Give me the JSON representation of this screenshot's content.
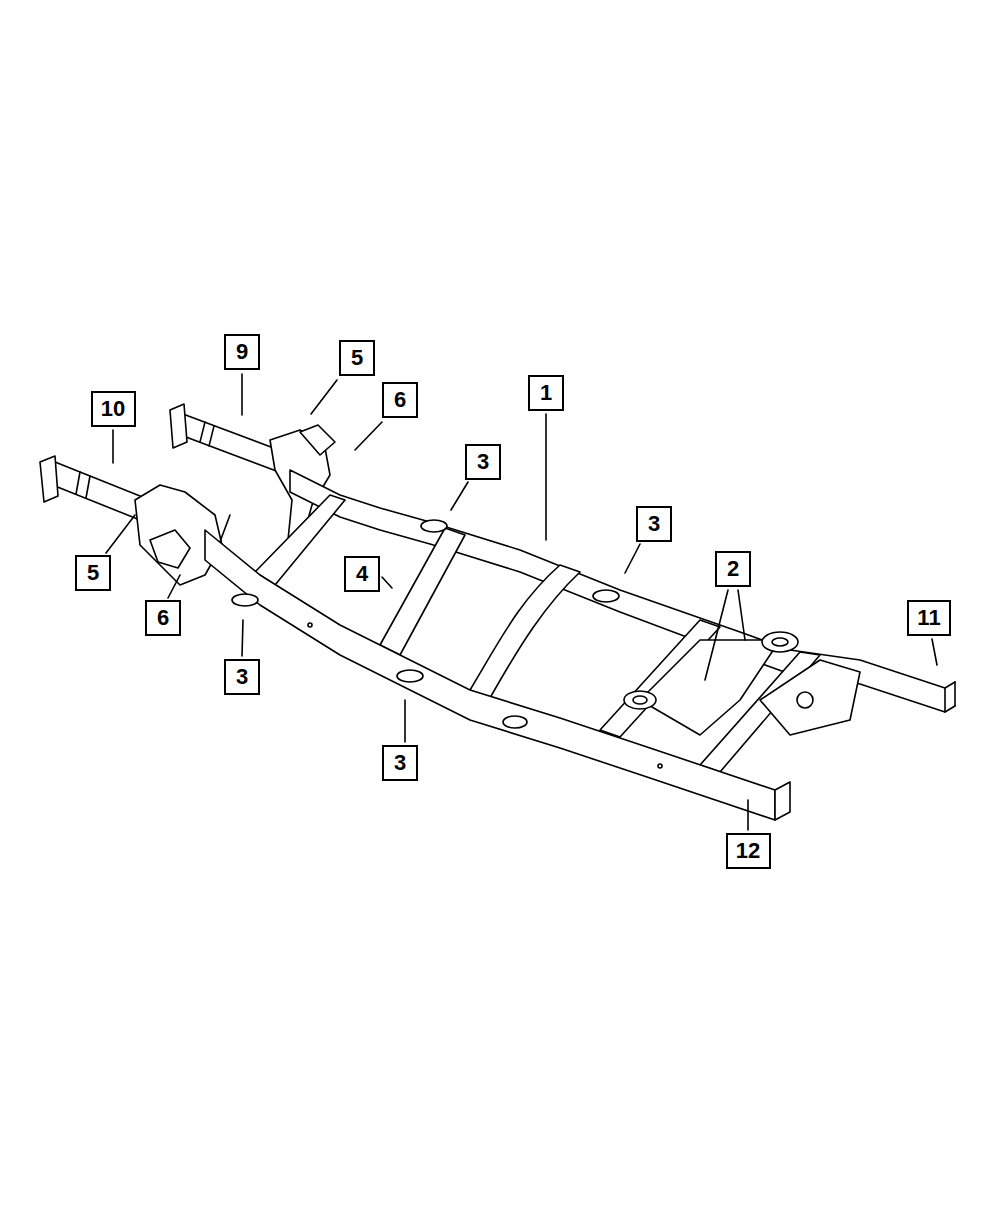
{
  "diagram": {
    "labels": [
      "9",
      "5",
      "1",
      "6",
      "10",
      "3",
      "3",
      "4",
      "2",
      "5",
      "11",
      "6",
      "3",
      "3",
      "12"
    ]
  }
}
